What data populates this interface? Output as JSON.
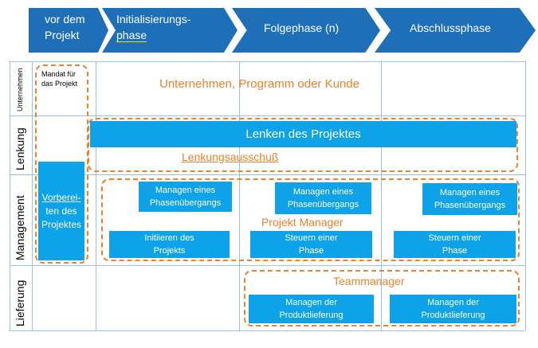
{
  "phases": {
    "p1_line1": "vor dem",
    "p1_line2": "Projekt",
    "p2_line1": "Initialisierungs-",
    "p2_line2": "phase",
    "p3": "Folgephase (n)",
    "p4": "Abschlussphase"
  },
  "rows": {
    "unternehmen": "Unternehmen",
    "lenkung": "Lenkung",
    "management": "Management",
    "lieferung": "Lieferung"
  },
  "cells": {
    "mandat_line1": "Mandat für",
    "mandat_line2": "das Projekt",
    "unternehmen_text": "Unternehmen, Programm oder Kunde",
    "lenken": "Lenken des Projektes",
    "lenkungsausschuss": "Lenkungsausschuß",
    "vorbereiten_line1": "Vorberei-",
    "vorbereiten_line2": "ten des",
    "vorbereiten_line3": "Projektes",
    "phasen1_line1": "Managen eines",
    "phasen1_line2": "Phasenübergangs",
    "phasen2_line1": "Managen eines",
    "phasen2_line2": "Phasenübergangs",
    "phasen3_line1": "Managen eines",
    "phasen3_line2": "Phasenübergangs",
    "projekt_manager": "Projekt Manager",
    "initiieren_line1": "Initiieren des",
    "initiieren_line2": "Projekts",
    "steuern1_line1": "Steuern einer",
    "steuern1_line2": "Phase",
    "steuern2_line1": "Steuern einer",
    "steuern2_line2": "Phase",
    "teammanager": "Teammanager",
    "produkt1_line1": "Managen der",
    "produkt1_line2": "Produktlieferung",
    "produkt2_line1": "Managen der",
    "produkt2_line2": "Produktlieferung"
  },
  "colors": {
    "arrow": "#1f6fb8",
    "box": "#0ea2e8",
    "box_text": "#fffde0",
    "orange": "#e8822b",
    "grid": "#9cc1e6"
  }
}
